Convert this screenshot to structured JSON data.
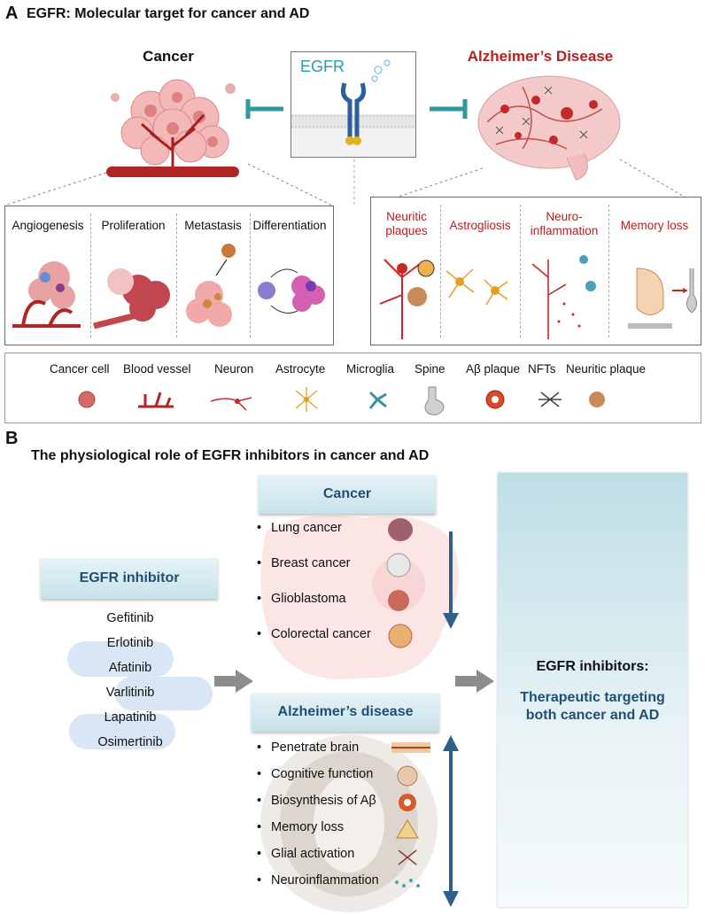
{
  "panel_a": {
    "letter": "A",
    "title": "EGFR: Molecular target for cancer and AD",
    "cancer_heading": "Cancer",
    "ad_heading": "Alzheimer’s Disease",
    "receptor_label": "EGFR",
    "cancer_processes": [
      "Angiogenesis",
      "Proliferation",
      "Metastasis",
      "Differentiation"
    ],
    "ad_processes": [
      "Neuritic plaques",
      "Astrogliosis",
      "Neuro-inflammation",
      "Memory loss"
    ],
    "legend": [
      "Cancer cell",
      "Blood vessel",
      "Neuron",
      "Astrocyte",
      "Microglia",
      "Spine",
      "Aβ plaque",
      "NFTs",
      "Neuritic plaque"
    ]
  },
  "panel_b": {
    "letter": "B",
    "title": "The physiological role of EGFR inhibitors in cancer and AD",
    "inhibitor_header": "EGFR inhibitor",
    "inhibitors": [
      "Gefitinib",
      "Erlotinib",
      "Afatinib",
      "Varlitinib",
      "Lapatinib",
      "Osimertinib"
    ],
    "cancer_header": "Cancer",
    "cancer_items": [
      "Lung cancer",
      "Breast cancer",
      "Glioblastoma",
      "Colorectal cancer"
    ],
    "ad_header": "Alzheimer’s disease",
    "ad_items": [
      "Penetrate brain",
      "Cognitive function",
      "Biosynthesis of Aβ",
      "Memory loss",
      "Glial activation",
      "Neuroinflammation"
    ],
    "result_title": "EGFR inhibitors:",
    "result_subtitle": "Therapeutic targeting both cancer and AD"
  },
  "colors": {
    "accent_red": "#b22222",
    "egfr_teal": "#2e9aa0",
    "header_text": "#1f4e79",
    "arrow_blue": "#2f5f8a"
  }
}
